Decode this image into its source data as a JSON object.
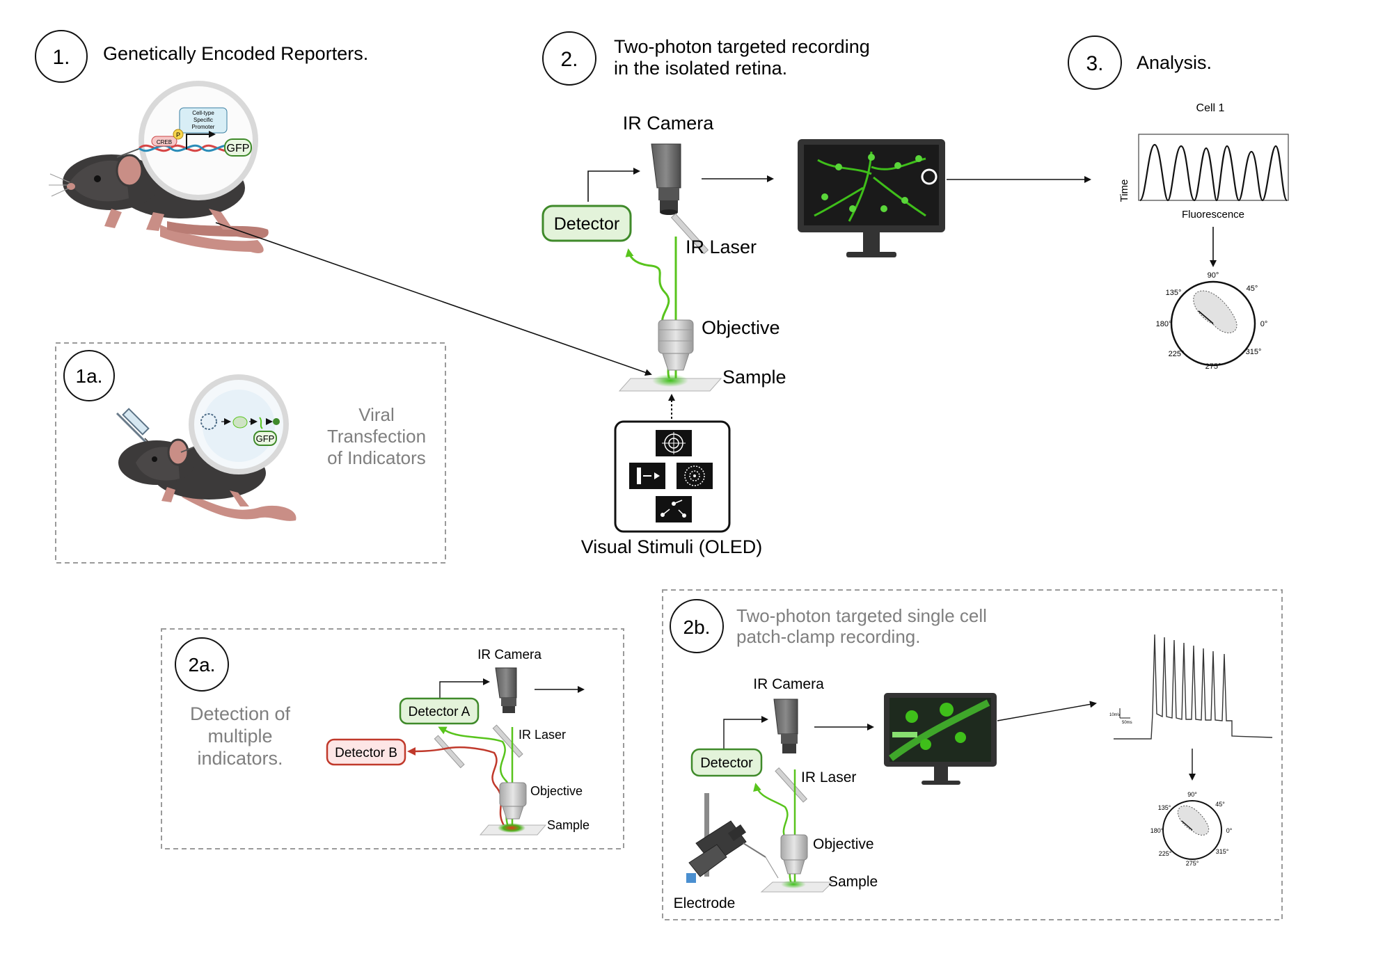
{
  "steps": {
    "s1": {
      "number": "1.",
      "title": "Genetically Encoded Reporters."
    },
    "s1a": {
      "number": "1a.",
      "title_lines": [
        "Viral",
        "Transfection",
        "of Indicators"
      ]
    },
    "s2": {
      "number": "2.",
      "title_lines": [
        "Two-photon targeted recording",
        "in the isolated retina."
      ]
    },
    "s2a": {
      "number": "2a.",
      "title_lines": [
        "Detection of",
        "multiple",
        "indicators."
      ]
    },
    "s2b": {
      "number": "2b.",
      "title_lines": [
        "Two-photon targeted single cell",
        "patch-clamp recording."
      ]
    },
    "s3": {
      "number": "3.",
      "title": "Analysis."
    }
  },
  "construct": {
    "promoter_lines": [
      "Cell-type",
      "Specific",
      "Promoter"
    ],
    "creb": "CREB",
    "p": "P",
    "gfp": "GFP"
  },
  "viral": {
    "gfp": "GFP"
  },
  "rig2": {
    "ir_camera": "IR Camera",
    "detector": "Detector",
    "ir_laser": "IR Laser",
    "objective": "Objective",
    "sample": "Sample",
    "visual_stimuli": "Visual Stimuli (OLED)"
  },
  "rig2a": {
    "ir_camera": "IR Camera",
    "detector_a": "Detector A",
    "detector_b": "Detector B",
    "ir_laser": "IR Laser",
    "objective": "Objective",
    "sample": "Sample"
  },
  "rig2b": {
    "ir_camera": "IR Camera",
    "detector": "Detector",
    "ir_laser": "IR Laser",
    "objective": "Objective",
    "sample": "Sample",
    "electrode": "Electrode"
  },
  "analysis": {
    "cell_label": "Cell 1",
    "y_axis": "Time",
    "x_axis": "Fluorescence",
    "polar_angles": [
      "90°",
      "45°",
      "135°",
      "180°",
      "0°",
      "225°",
      "315°",
      "275°"
    ],
    "scale_mv": "10mV",
    "scale_ms": "50ms"
  },
  "colors": {
    "green": "#58c41c",
    "detector_fill": "#e3f3da",
    "detector_stroke": "#3f8a2a",
    "red": "#c0392b",
    "detector_b_fill": "#fde6e6",
    "dash": "#9a9a9a",
    "grey_text": "#7f7f7f"
  }
}
